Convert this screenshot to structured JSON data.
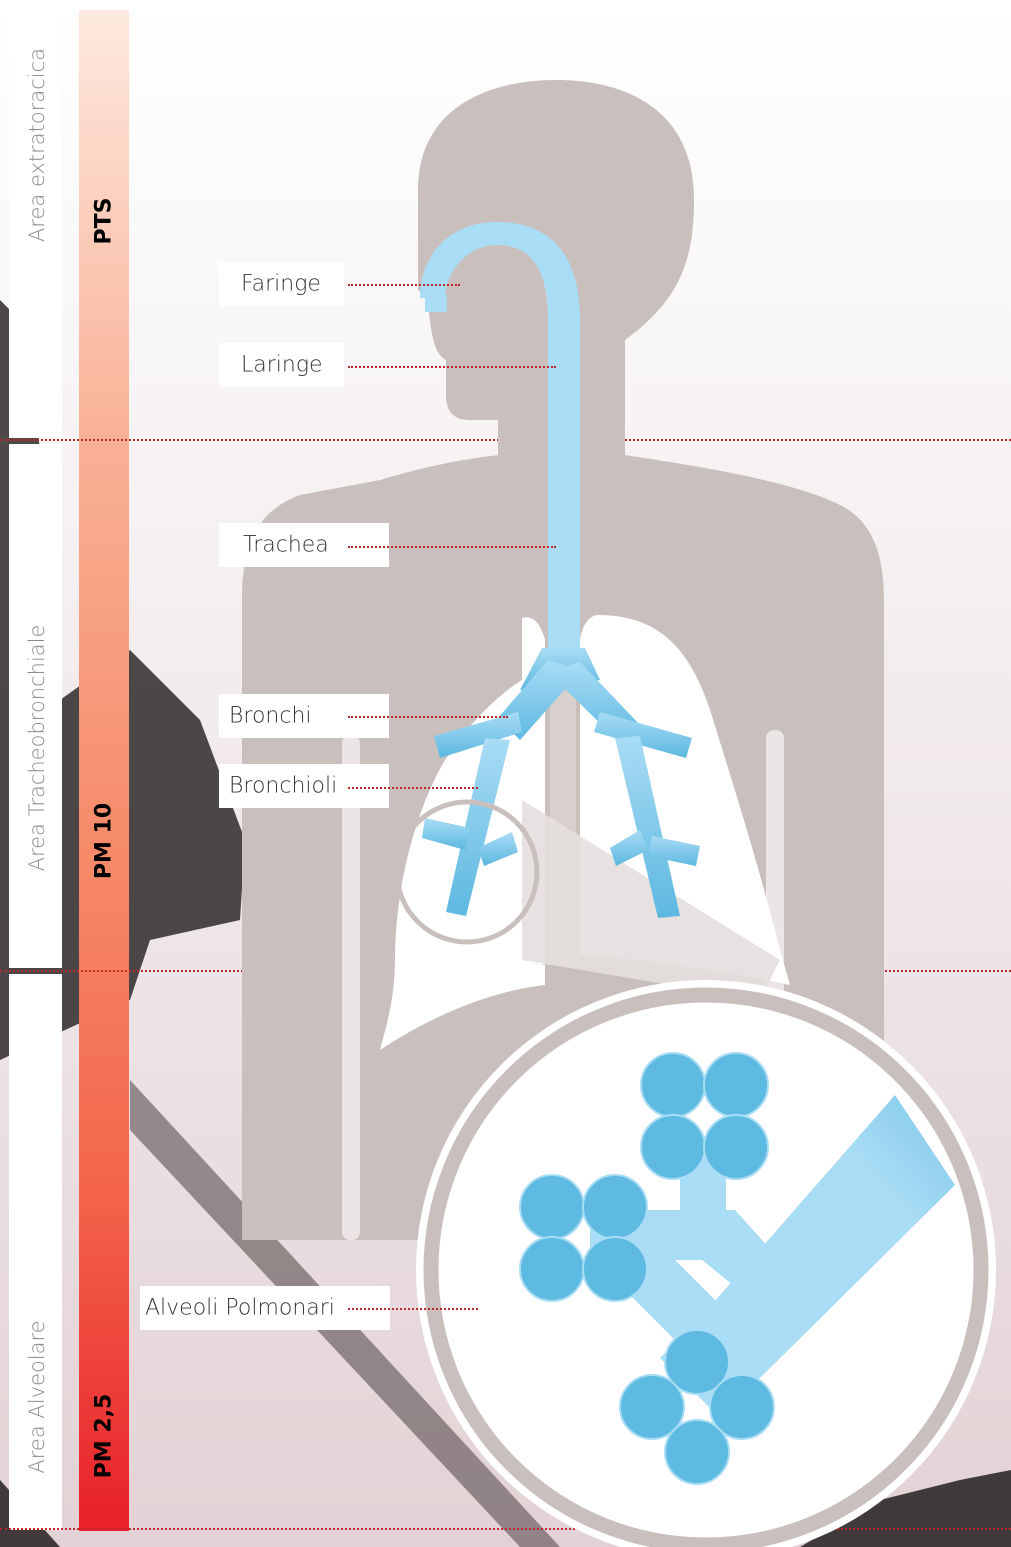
{
  "zones": [
    {
      "label": "Area extratoracica"
    },
    {
      "label": "Area Tracheobronchiale"
    },
    {
      "label": "Area Alveolare"
    }
  ],
  "particles": [
    {
      "label": "PTS"
    },
    {
      "label": "PM 10"
    },
    {
      "label": "PM 2,5"
    }
  ],
  "labels": {
    "faringe": "Faringe",
    "laringe": "Laringe",
    "trachea": "Trachea",
    "bronchi": "Bronchi",
    "bronchioli": "Bronchioli",
    "alveoli": "Alveoli Polmonari"
  },
  "colors": {
    "body": "#c9c0bd",
    "airway": "#a9dcf5",
    "airway_dark": "#5db8e0",
    "lungs": "#ffffff",
    "leader": "#c0272d",
    "gradient_top": "#fde9df",
    "gradient_bottom": "#e8202a"
  }
}
